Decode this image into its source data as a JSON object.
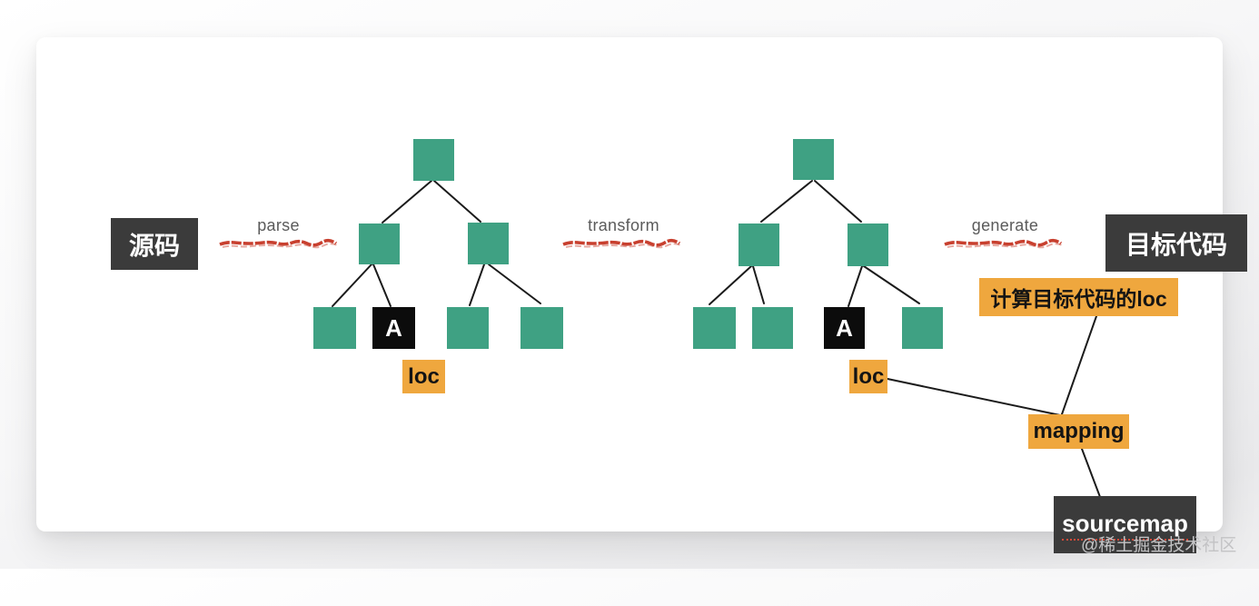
{
  "colors": {
    "node_green": "#3fa183",
    "highlight_orange": "#efa73e",
    "box_dark": "#3b3b3b",
    "underline_red": "#c8402f",
    "edge_black": "#1b1b1b",
    "card_bg": "#ffffff"
  },
  "pipeline": {
    "source_label": "源码",
    "parse_label": "parse",
    "transform_label": "transform",
    "generate_label": "generate",
    "target_label": "目标代码"
  },
  "ast": {
    "node_a_label": "A",
    "loc_left_label": "loc",
    "loc_right_label": "loc"
  },
  "sourcemap_flow": {
    "calc_target_loc_label": "计算目标代码的loc",
    "mapping_label": "mapping",
    "sourcemap_label": "sourcemap"
  },
  "watermark": "@稀土掘金技术社区"
}
